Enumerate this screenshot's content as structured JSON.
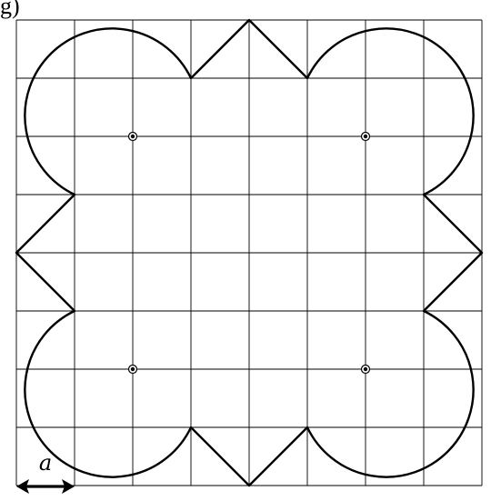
{
  "figure": {
    "label": "g)",
    "scale_symbol": "a"
  },
  "grid": {
    "columns": 8,
    "rows": 8
  },
  "shape": {
    "circle_centers_in_cells": [
      [
        2,
        2
      ],
      [
        6,
        2
      ],
      [
        2,
        6
      ],
      [
        6,
        6
      ]
    ],
    "circle_radius_in_cells": 1.5
  },
  "colors": {
    "lines": "#000000",
    "background": "#ffffff"
  }
}
